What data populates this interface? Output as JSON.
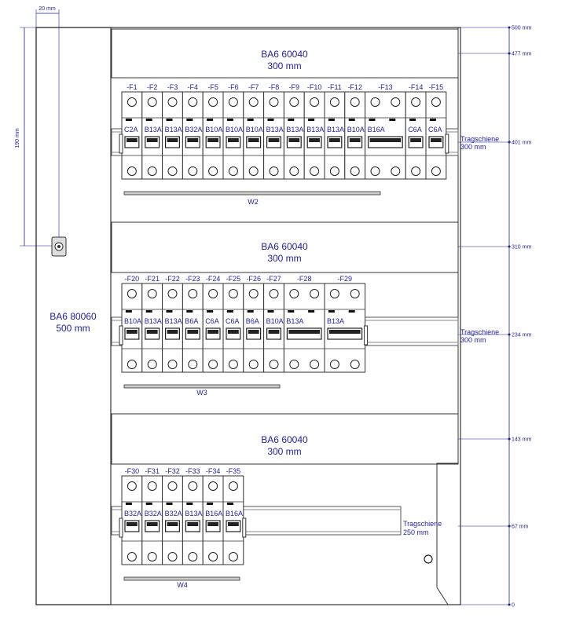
{
  "dimension_top": "20 mm",
  "dimension_left": "190 mm",
  "duct_vertical": {
    "name": "BA6 80060",
    "size": "500 mm"
  },
  "ducts": [
    {
      "name": "BA6 60040",
      "size": "300 mm"
    },
    {
      "name": "BA6 60040",
      "size": "300 mm"
    },
    {
      "name": "BA6 60040",
      "size": "300 mm"
    }
  ],
  "rails": [
    {
      "label": "Tragschiene",
      "size": "300 mm"
    },
    {
      "label": "Tragschiene",
      "size": "300 mm"
    },
    {
      "label": "Tragschiene",
      "size": "250 mm"
    }
  ],
  "busbars": [
    "W2",
    "W3",
    "W4"
  ],
  "height_marks": [
    "500 mm",
    "477 mm",
    "401 mm",
    "310 mm",
    "234 mm",
    "143 mm",
    "67 mm",
    "0"
  ],
  "rows": [
    {
      "breakers": [
        {
          "id": "-F1",
          "rating": "C2A",
          "w": 1
        },
        {
          "id": "-F2",
          "rating": "B13A",
          "w": 1
        },
        {
          "id": "-F3",
          "rating": "B13A",
          "w": 1
        },
        {
          "id": "-F4",
          "rating": "B32A",
          "w": 1
        },
        {
          "id": "-F5",
          "rating": "B10A",
          "w": 1
        },
        {
          "id": "-F6",
          "rating": "B10A",
          "w": 1
        },
        {
          "id": "-F7",
          "rating": "B10A",
          "w": 1
        },
        {
          "id": "-F8",
          "rating": "B13A",
          "w": 1
        },
        {
          "id": "-F9",
          "rating": "B13A",
          "w": 1
        },
        {
          "id": "-F10",
          "rating": "B13A",
          "w": 1
        },
        {
          "id": "-F11",
          "rating": "B13A",
          "w": 1
        },
        {
          "id": "-F12",
          "rating": "B10A",
          "w": 1
        },
        {
          "id": "-F13",
          "rating": "B16A",
          "w": 2
        },
        {
          "id": "-F14",
          "rating": "C6A",
          "w": 1
        },
        {
          "id": "-F15",
          "rating": "C6A",
          "w": 1
        }
      ]
    },
    {
      "breakers": [
        {
          "id": "-F20",
          "rating": "B10A",
          "w": 1
        },
        {
          "id": "-F21",
          "rating": "B13A",
          "w": 1
        },
        {
          "id": "-F22",
          "rating": "B13A",
          "w": 1
        },
        {
          "id": "-F23",
          "rating": "B6A",
          "w": 1
        },
        {
          "id": "-F24",
          "rating": "C6A",
          "w": 1
        },
        {
          "id": "-F25",
          "rating": "C6A",
          "w": 1
        },
        {
          "id": "-F26",
          "rating": "B6A",
          "w": 1
        },
        {
          "id": "-F27",
          "rating": "B10A",
          "w": 1
        },
        {
          "id": "-F28",
          "rating": "B13A",
          "w": 2
        },
        {
          "id": "-F29",
          "rating": "B13A",
          "w": 2
        }
      ]
    },
    {
      "breakers": [
        {
          "id": "-F30",
          "rating": "B32A",
          "w": 1
        },
        {
          "id": "-F31",
          "rating": "B32A",
          "w": 1
        },
        {
          "id": "-F32",
          "rating": "B32A",
          "w": 1
        },
        {
          "id": "-F33",
          "rating": "B13A",
          "w": 1
        },
        {
          "id": "-F34",
          "rating": "B16A",
          "w": 1
        },
        {
          "id": "-F35",
          "rating": "B16A",
          "w": 1
        }
      ]
    }
  ]
}
